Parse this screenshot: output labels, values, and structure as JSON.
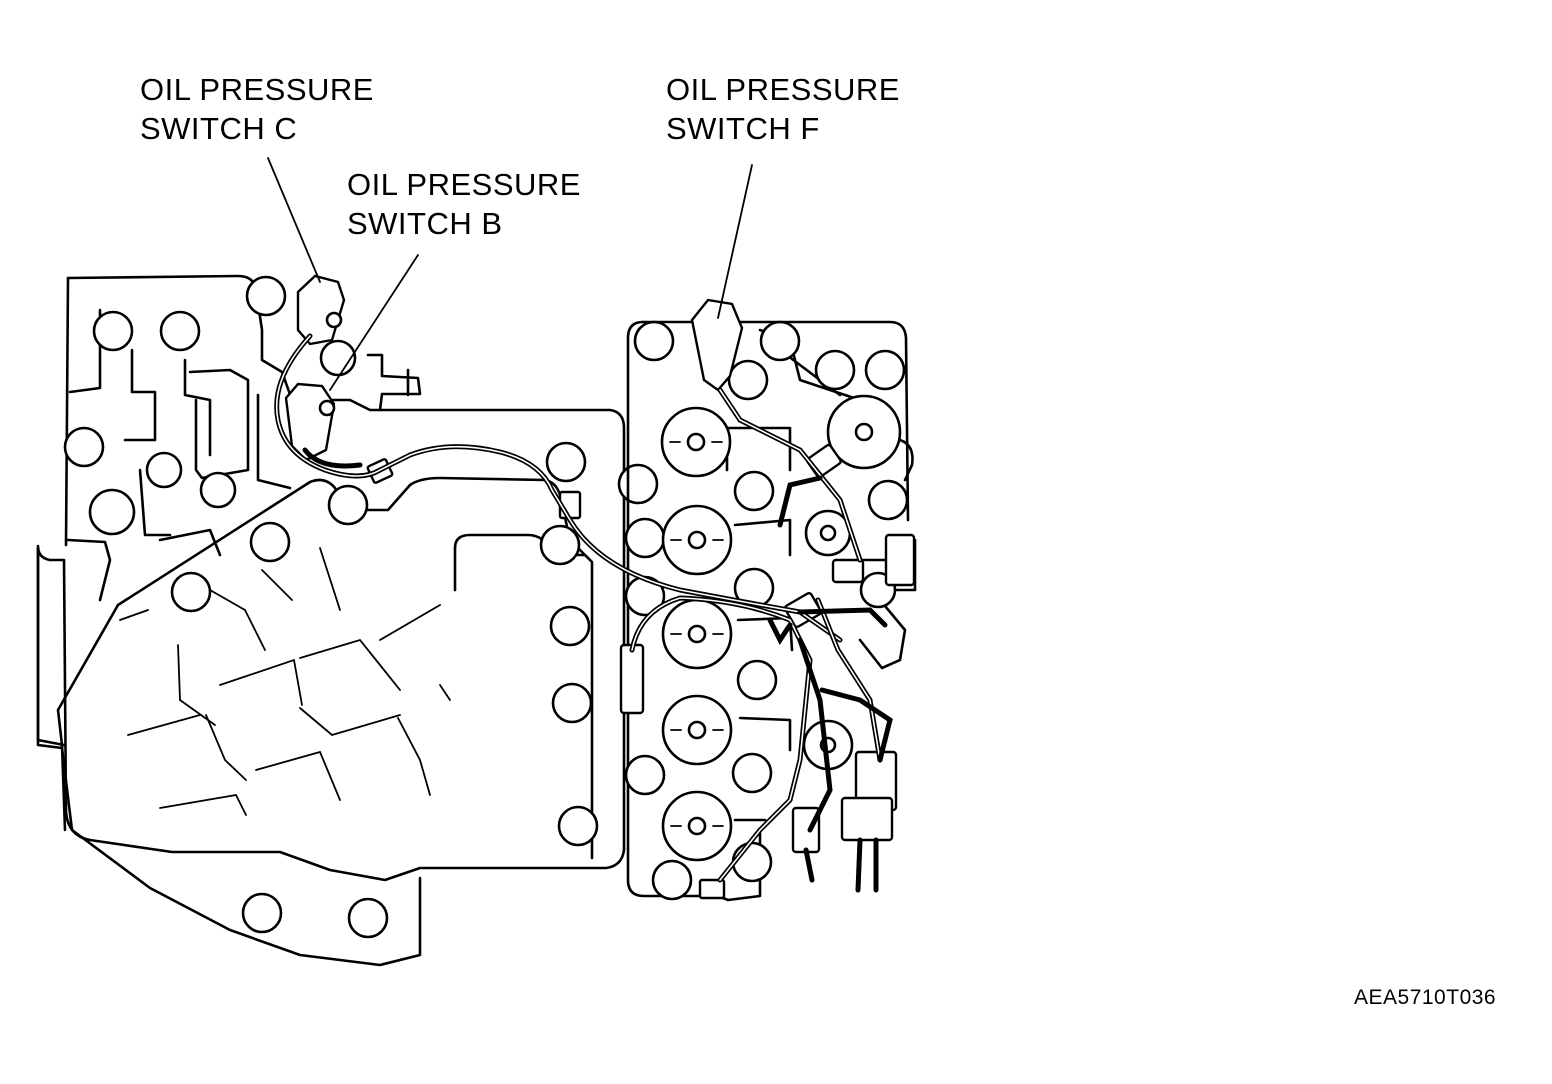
{
  "labels": {
    "switch_c": {
      "line1": "OIL PRESSURE",
      "line2": "SWITCH C"
    },
    "switch_b": {
      "line1": "OIL PRESSURE",
      "line2": "SWITCH B"
    },
    "switch_f": {
      "line1": "OIL PRESSURE",
      "line2": "SWITCH F"
    }
  },
  "figure_code": "AEA5710T036"
}
